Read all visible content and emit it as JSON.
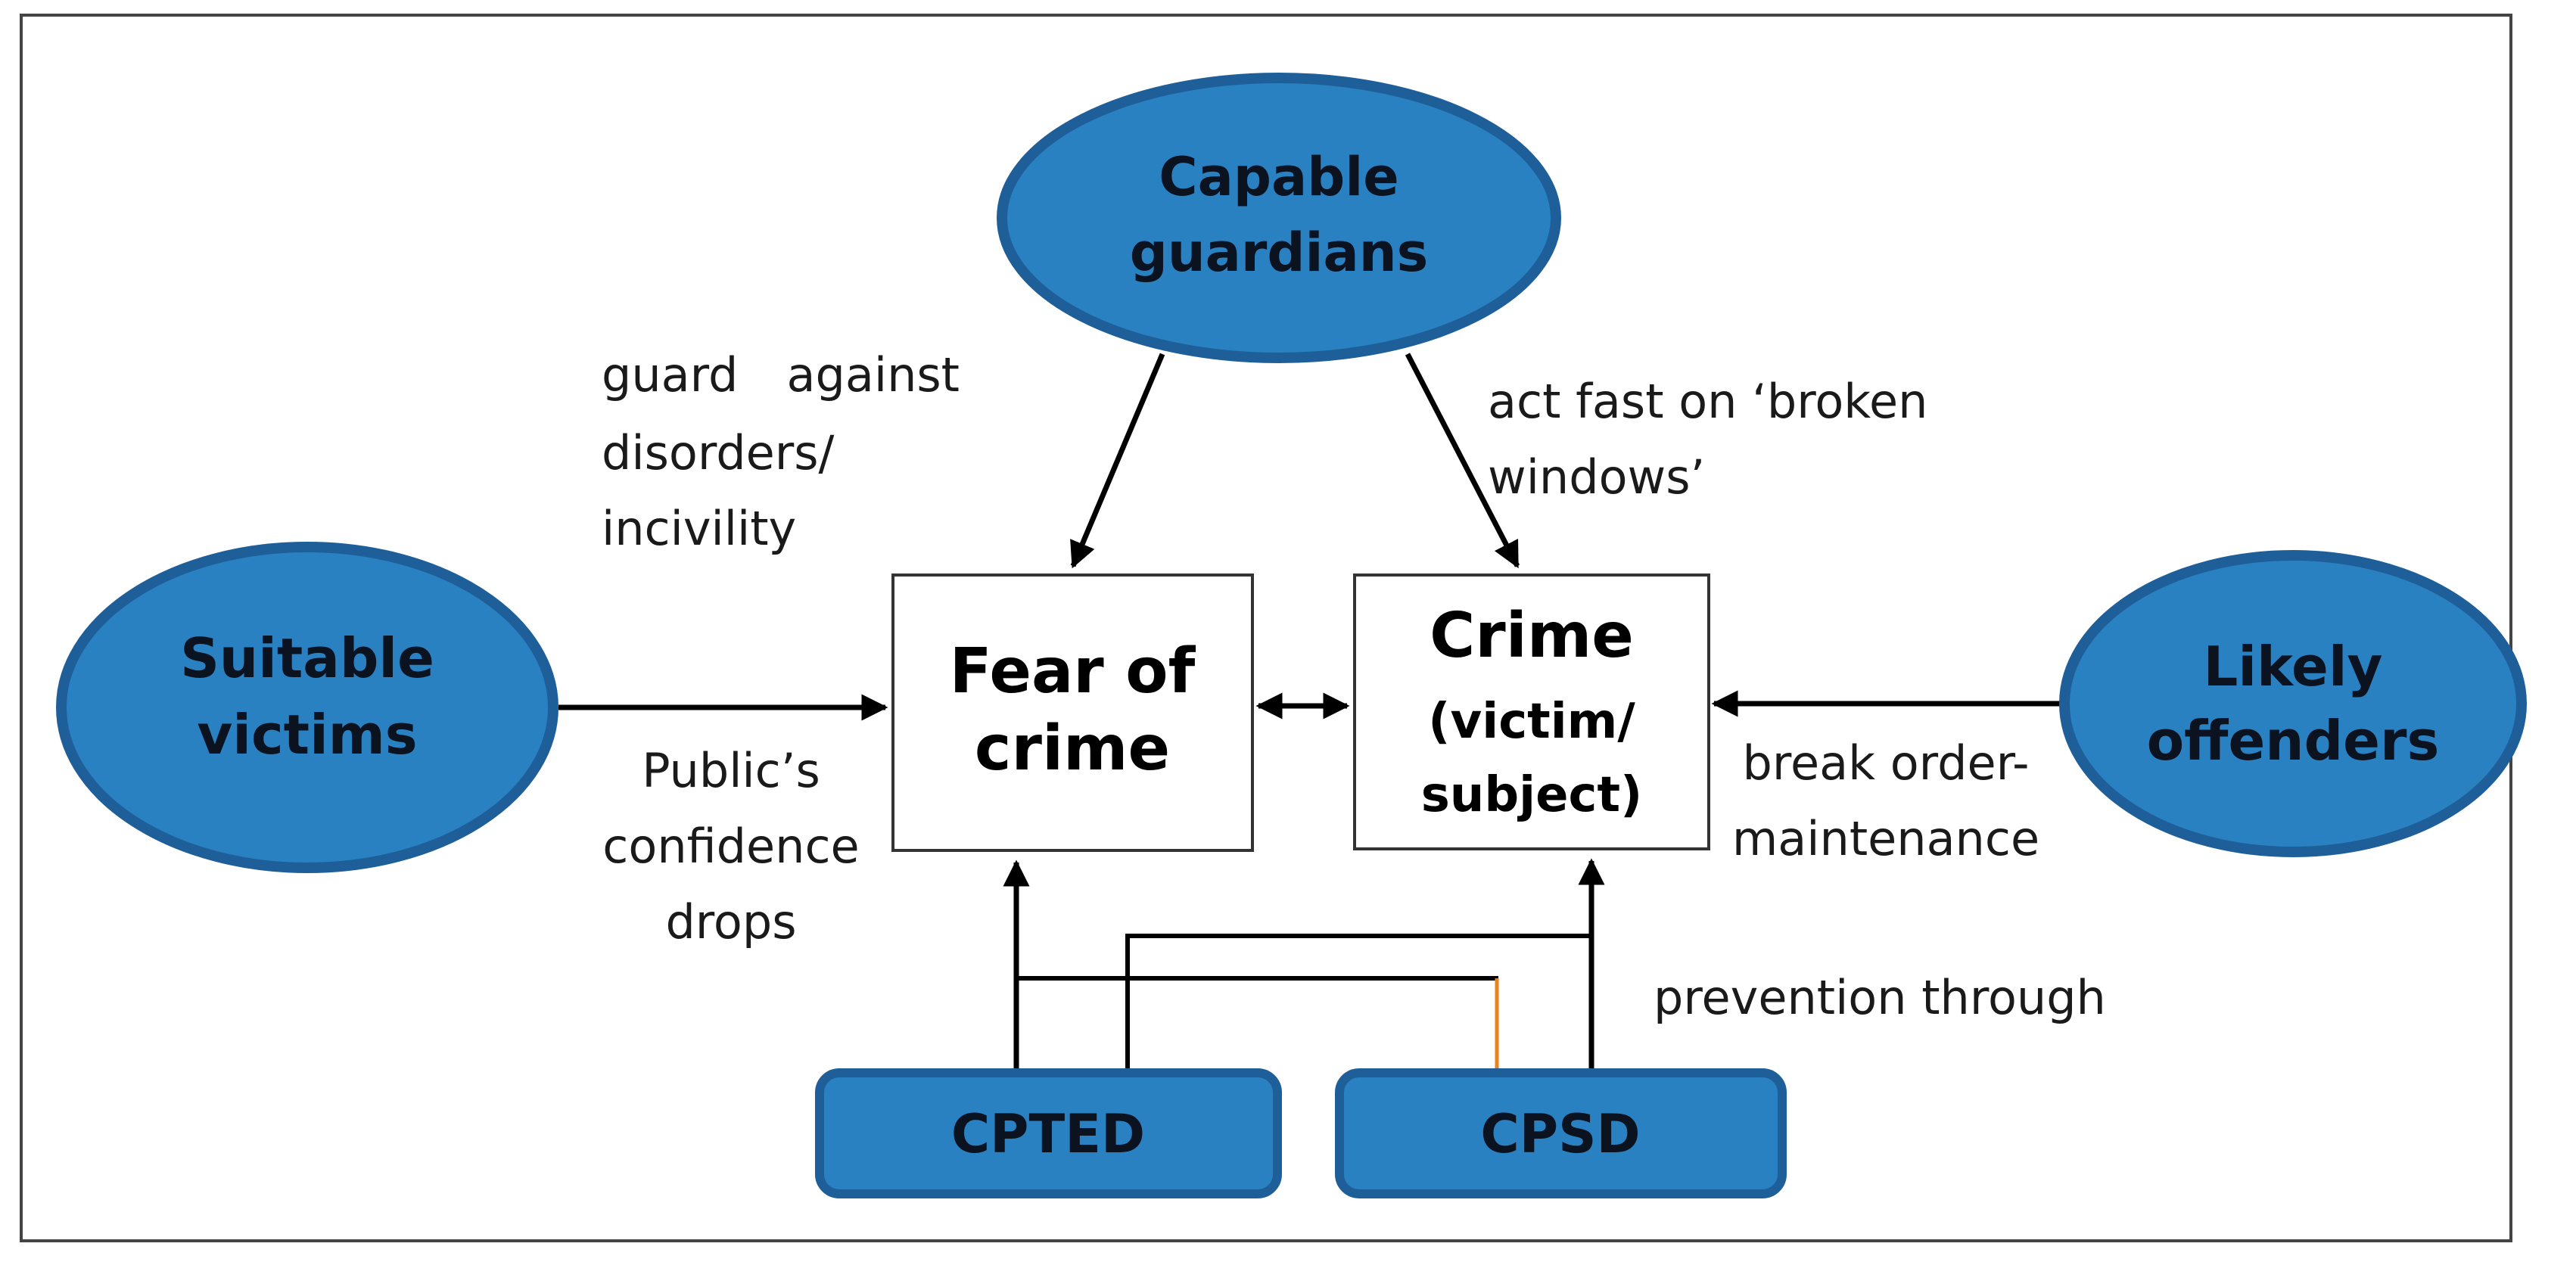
{
  "nodes": {
    "capable_guardians": [
      "Capable",
      "guardians"
    ],
    "suitable_victims": [
      "Suitable",
      "victims"
    ],
    "likely_offenders": [
      "Likely",
      "offenders"
    ],
    "fear_of_crime": [
      "Fear of",
      "crime"
    ],
    "crime": [
      "Crime",
      "(victim/",
      "subject)"
    ],
    "cpted": "CPTED",
    "cpsd": "CPSD"
  },
  "labels": {
    "guard_against": [
      "guard",
      "against",
      "disorders/",
      "incivility"
    ],
    "act_fast": [
      "act fast on ‘broken",
      "windows’"
    ],
    "public_confidence": [
      "Public’s",
      "confidence",
      "drops"
    ],
    "break_order": [
      "break order-",
      "maintenance"
    ],
    "prevention": "prevention through"
  },
  "colors": {
    "node_fill": "#2a81c1",
    "node_border": "#1f5f99",
    "accent_line": "#e8821e"
  }
}
